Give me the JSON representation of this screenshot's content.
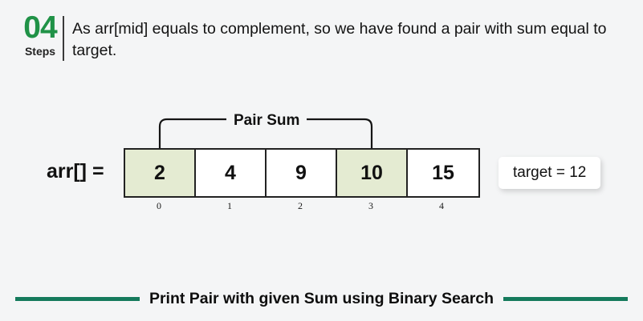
{
  "header": {
    "step_number": "04",
    "step_caption": "Steps",
    "description": "As arr[mid] equals to complement, so we have found a pair with sum equal to target."
  },
  "diagram": {
    "array_label": "arr[] =",
    "bracket_label": "Pair Sum",
    "target_badge": "target = 12",
    "cells": [
      {
        "value": "2",
        "index": "0",
        "highlighted": true
      },
      {
        "value": "4",
        "index": "1",
        "highlighted": false
      },
      {
        "value": "9",
        "index": "2",
        "highlighted": false
      },
      {
        "value": "10",
        "index": "3",
        "highlighted": true
      },
      {
        "value": "15",
        "index": "4",
        "highlighted": false
      }
    ]
  },
  "footer": {
    "caption": "Print Pair with given Sum using Binary Search"
  },
  "colors": {
    "background": "#f4f5f6",
    "step_green": "#209247",
    "footer_green": "#157a5c",
    "cell_highlight": "#e4ebd2",
    "border": "#222222"
  }
}
